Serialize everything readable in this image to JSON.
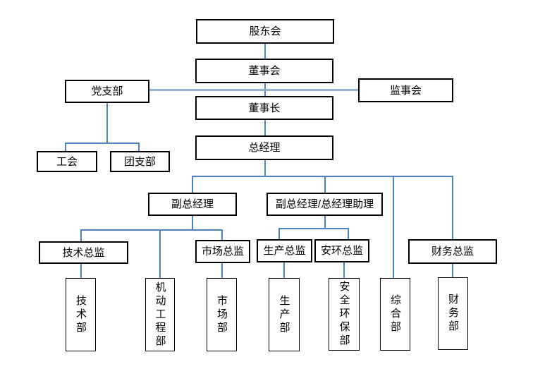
{
  "nodes": {
    "shareholders_meeting": "股东会",
    "board_of_directors": "董事会",
    "party_branch": "党支部",
    "supervisory_board": "监事会",
    "chairman": "董事长",
    "general_manager": "总经理",
    "labor_union": "工会",
    "youth_league_branch": "团支部",
    "deputy_general_manager": "副总经理",
    "deputy_gm_assistant": "副总经理/总经理助理",
    "technical_director": "技术总监",
    "marketing_director": "市场总监",
    "production_director": "生产总监",
    "safety_env_director": "安环总监",
    "finance_director": "财务总监",
    "technical_dept": "技术部",
    "mech_engineering_dept": "机动工程部",
    "marketing_dept": "市场部",
    "production_dept": "生产部",
    "safety_env_dept": "安全环保部",
    "general_affairs_dept": "综合部",
    "finance_dept": "财务部"
  },
  "edges": [
    [
      "shareholders_meeting",
      "board_of_directors"
    ],
    [
      "board_of_directors",
      "chairman"
    ],
    [
      "party_branch",
      "supervisory_board"
    ],
    [
      "chairman",
      "general_manager"
    ],
    [
      "party_branch",
      "labor_union"
    ],
    [
      "party_branch",
      "youth_league_branch"
    ],
    [
      "general_manager",
      "deputy_general_manager"
    ],
    [
      "general_manager",
      "deputy_gm_assistant"
    ],
    [
      "general_manager",
      "general_affairs_dept"
    ],
    [
      "general_manager",
      "finance_director"
    ],
    [
      "deputy_general_manager",
      "technical_director"
    ],
    [
      "deputy_general_manager",
      "mech_engineering_dept"
    ],
    [
      "deputy_general_manager",
      "marketing_director"
    ],
    [
      "deputy_gm_assistant",
      "production_director"
    ],
    [
      "deputy_gm_assistant",
      "safety_env_director"
    ],
    [
      "technical_director",
      "technical_dept"
    ],
    [
      "marketing_director",
      "marketing_dept"
    ],
    [
      "production_director",
      "production_dept"
    ],
    [
      "safety_env_director",
      "safety_env_dept"
    ],
    [
      "finance_director",
      "finance_dept"
    ]
  ],
  "colors": {
    "connector": "#4f81bd",
    "connector_light": "#95b3d7",
    "node_border": "#000000",
    "node_fill": "#ffffff",
    "text": "#000000"
  }
}
